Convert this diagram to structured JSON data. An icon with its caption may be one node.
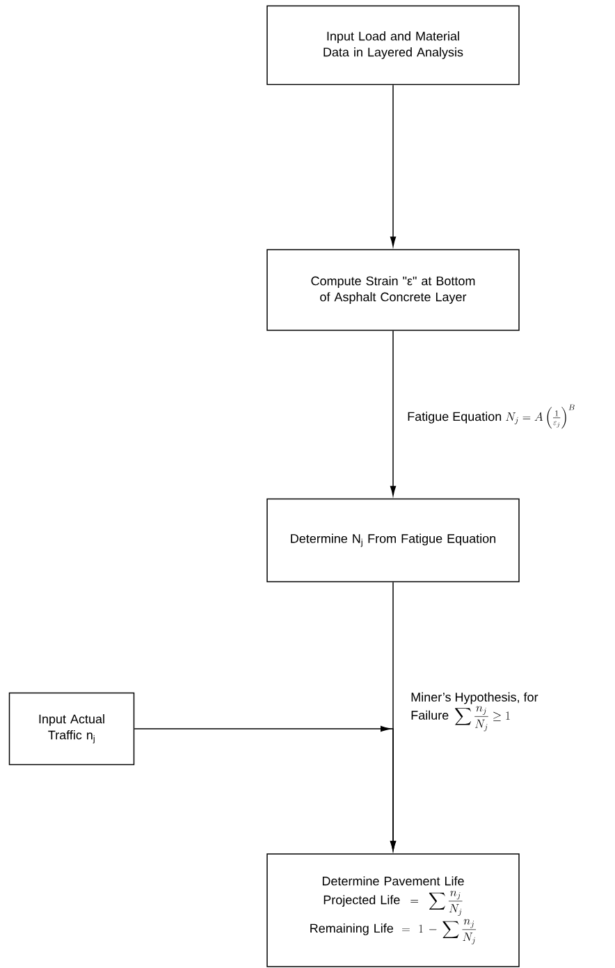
{
  "diagram": {
    "nodes": [
      {
        "text": [
          "Input Load and Material Data in Layered Analysis"
        ]
      },
      {
        "text": [
          "Compute Strain \"ε\" at Bottom of Asphalt Concrete Layer"
        ]
      },
      {
        "text": [
          "Determine N$_{j}$ From Fatigue Equation"
        ]
      },
      {
        "text": [
          "Input Actual Traffic n$_{j}$"
        ]
      },
      {
        "text": [
          "Determine Pavement Life",
          "\\text{Projected Life} = \\sum \\frac{n_j}{N_j}",
          "\\text{Remaining Life} = 1 - \\sum \\frac{n_j}{N_j}"
        ]
      }
    ],
    "edges": [
      {
        "from": 0,
        "to": 1,
        "arrow": "to"
      },
      {
        "from": 1,
        "to": 2,
        "arrow": "to",
        "label": "\\text{Fatigue Equation } N_j = A\\left(\\frac{1}{\\varepsilon_j}\\right)^{B}"
      },
      {
        "from": 2,
        "to": 4,
        "arrow": "to",
        "label": "\\begin{array}{l}\\text{Miner's Hypothesis, for}\\\\ \\text{Failure } \\displaystyle\\sum \\frac{n_j}{N_j} \\geq 1\\end{array}"
      },
      {
        "from": 3,
        "to": 4,
        "arrow": "to"
      }
    ]
  }
}
